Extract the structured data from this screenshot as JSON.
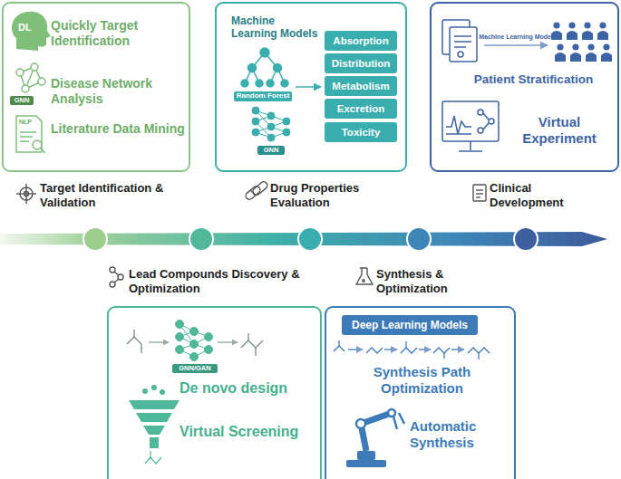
{
  "diagram": {
    "nodes": [
      {
        "text": [
          "Quickly Target Identification",
          "Disease Network Analysis",
          "Literature Data Mining"
        ]
      },
      {
        "text": [
          "Machine Learning Models"
        ]
      },
      {
        "text": [
          "Absorption"
        ],
        "in": 1
      },
      {
        "text": [
          "Distribution"
        ],
        "in": 1
      },
      {
        "text": [
          "Metabolism"
        ],
        "in": 1
      },
      {
        "text": [
          "Excretion"
        ],
        "in": 1
      },
      {
        "text": [
          "Toxicity"
        ],
        "in": 1
      },
      {
        "text": [
          "Machine Learning Models",
          "Patient Stratification",
          "Virtual Experiment"
        ]
      },
      {
        "text": [
          "De novo design",
          "Virtual Screening"
        ]
      },
      {
        "text": [
          "Synthesis Path Optimization",
          "Automatic Synthesis"
        ]
      },
      {
        "text": [
          "Deep Learning Models"
        ],
        "in": 9
      }
    ],
    "labels": [
      "DL",
      "GNN",
      "NLP",
      "Random Forest",
      "GNN",
      "Target Identification & Validation",
      "Drug Properties Evaluation",
      "Clinical Development",
      "Lead Compounds Discovery & Optimization",
      "Synthesis & Optimization",
      "GNN/GAN"
    ]
  }
}
